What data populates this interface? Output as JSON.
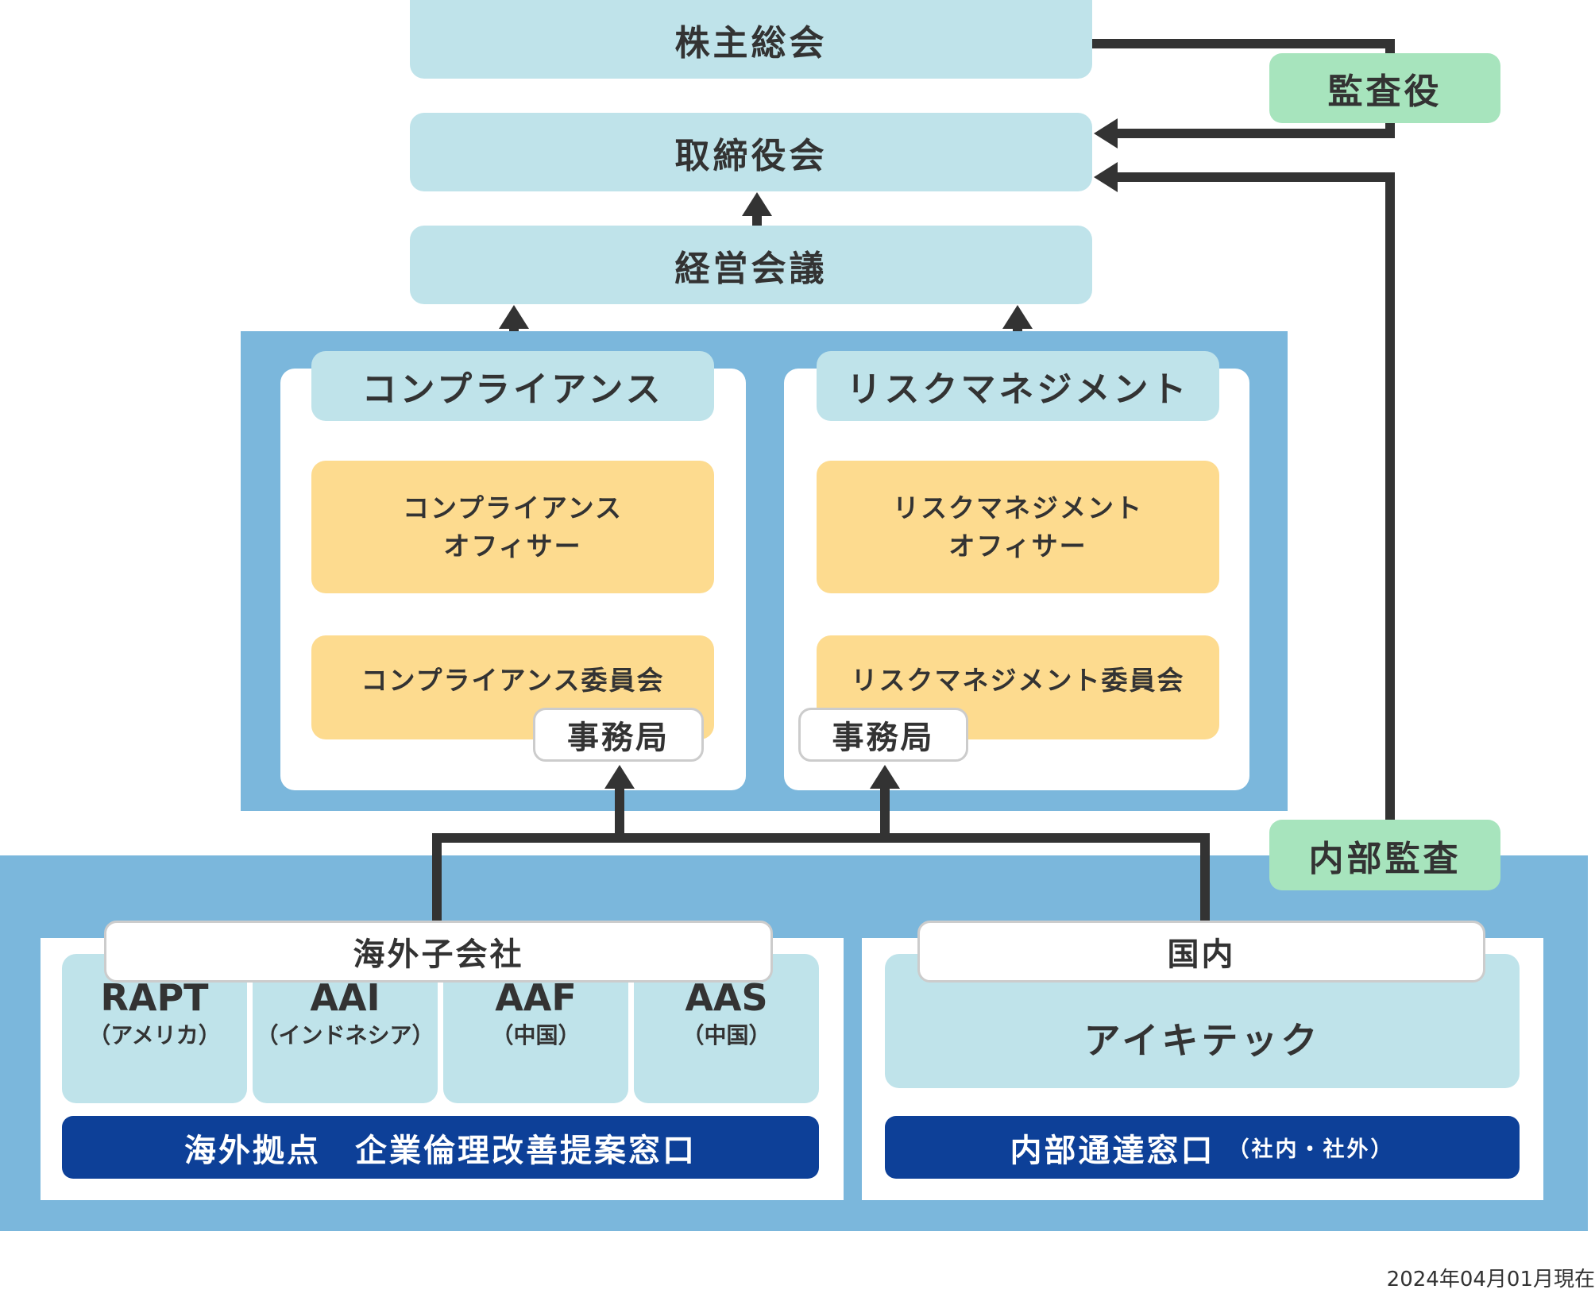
{
  "governance": {
    "shareholders_meeting": "株主総会",
    "board_of_directors": "取締役会",
    "management_meeting": "経営会議",
    "auditor": "監査役",
    "internal_audit": "内部監査"
  },
  "compliance": {
    "header": "コンプライアンス",
    "officer_line1": "コンプライアンス",
    "officer_line2": "オフィサー",
    "committee": "コンプライアンス委員会",
    "secretariat": "事務局"
  },
  "risk_management": {
    "header": "リスクマネジメント",
    "officer_line1": "リスクマネジメント",
    "officer_line2": "オフィサー",
    "committee": "リスクマネジメント委員会",
    "secretariat": "事務局"
  },
  "overseas": {
    "header": "海外子会社",
    "companies": [
      {
        "name": "RAPT",
        "country": "（アメリカ）"
      },
      {
        "name": "AAI",
        "country": "（インドネシア）"
      },
      {
        "name": "AAF",
        "country": "（中国）"
      },
      {
        "name": "AAS",
        "country": "（中国）"
      }
    ],
    "hotline": "海外拠点　企業倫理改善提案窓口"
  },
  "domestic": {
    "header": "国内",
    "company": "アイキテック",
    "hotline": "内部通達窓口",
    "hotline_note": "（社内・社外）"
  },
  "colors": {
    "light_blue": "#bfe3ea",
    "band_blue": "#7bb7dc",
    "green": "#a7e4bd",
    "yellow": "#fddb8f",
    "navy": "#0d4098",
    "line": "#333333"
  },
  "footer": {
    "as_of": "2024年04月01月現在"
  }
}
